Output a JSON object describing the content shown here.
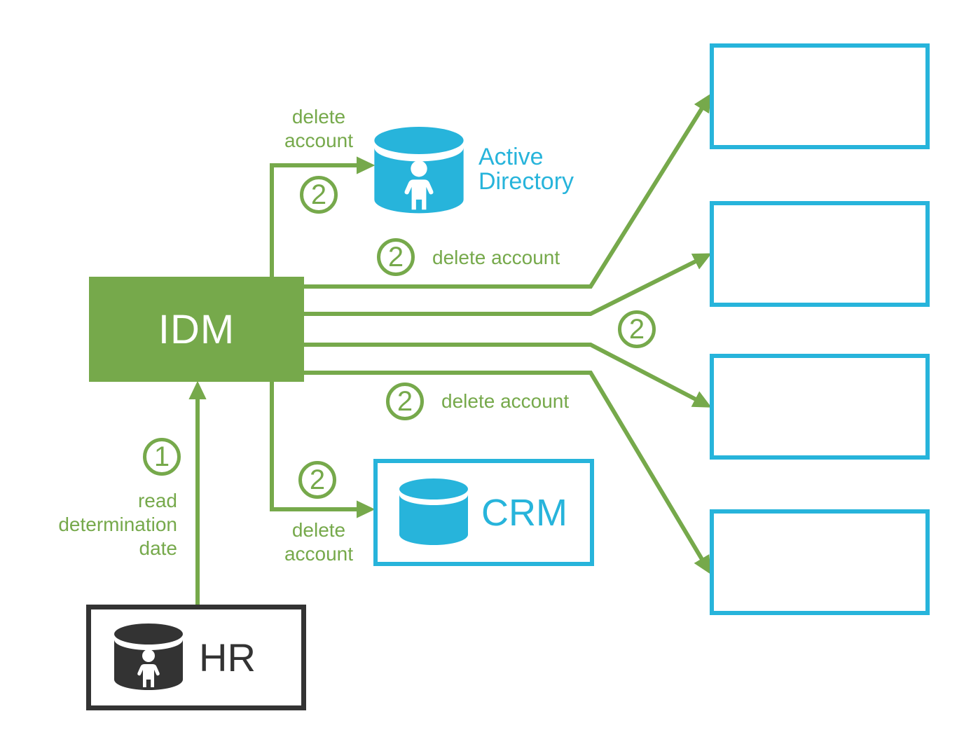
{
  "colors": {
    "green": "#76A94B",
    "cyan": "#27B4DB",
    "dark_gray": "#333333",
    "white": "#FFFFFF"
  },
  "nodes": {
    "idm": {
      "label": "IDM"
    },
    "hr": {
      "label": "HR"
    },
    "crm": {
      "label": "CRM"
    },
    "active_directory": {
      "label_line1": "Active",
      "label_line2": "Directory"
    }
  },
  "flows": {
    "hr_to_idm": {
      "step": "1",
      "label_line1": "read",
      "label_line2": "determination",
      "label_line3": "date"
    },
    "idm_to_ad": {
      "step": "2",
      "label_line1": "delete",
      "label_line2": "account"
    },
    "idm_to_crm": {
      "step": "2",
      "label_line1": "delete",
      "label_line2": "account"
    },
    "idm_to_targets_top": {
      "step": "2",
      "label": "delete account"
    },
    "idm_to_targets_bottom": {
      "step": "2",
      "label": "delete account"
    },
    "idm_to_targets_fan": {
      "step": "2"
    }
  }
}
